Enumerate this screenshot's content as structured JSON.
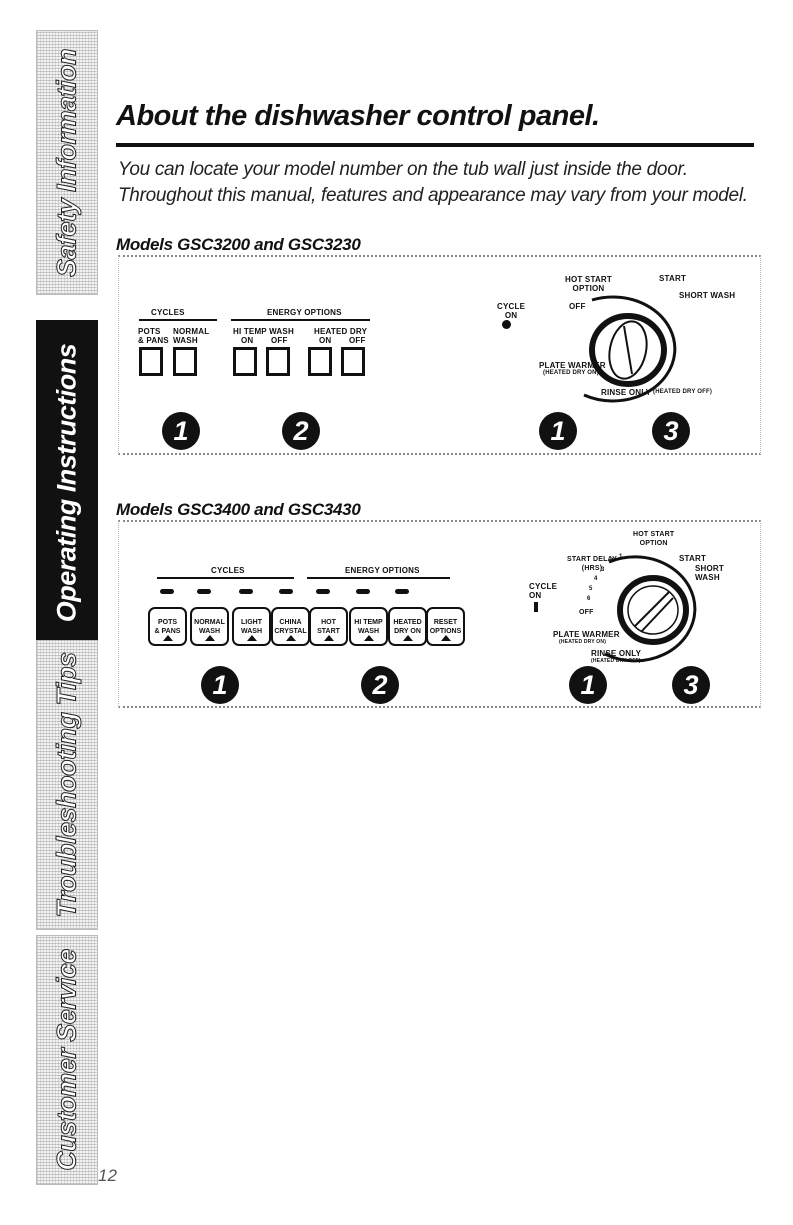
{
  "sidebar": {
    "tabs": [
      {
        "label": "Safety Information",
        "active": false
      },
      {
        "label": "Operating Instructions",
        "active": true
      },
      {
        "label": "Troubleshooting Tips",
        "active": false
      },
      {
        "label": "Customer Service",
        "active": false
      }
    ]
  },
  "page": {
    "title": "About the dishwasher control panel.",
    "intro_line1": "You can locate your model number on the tub wall just inside the door.",
    "intro_line2": "Throughout this manual, features and appearance may vary from your model.",
    "number": "12"
  },
  "section1": {
    "heading": "Models GSC3200 and GSC3230",
    "cycles_label": "CYCLES",
    "energy_label": "ENERGY OPTIONS",
    "pots_pans": "POTS\n& PANS",
    "normal_wash": "NORMAL\nWASH",
    "hi_temp_wash": "HI TEMP WASH",
    "heated_dry": "HEATED DRY",
    "on1": "ON",
    "off1": "OFF",
    "on2": "ON",
    "off2": "OFF",
    "cycle_on": "CYCLE\nON",
    "hot_start_option": "HOT START\nOPTION",
    "start": "START",
    "off_dial": "OFF",
    "short_wash": "SHORT WASH",
    "plate_warmer": "PLATE WARMER",
    "heated_dry_on": "(HEATED DRY ON)",
    "rinse_only": "RINSE ONLY",
    "heated_dry_off": "(HEATED DRY OFF)",
    "callouts": [
      "1",
      "2",
      "1",
      "3"
    ]
  },
  "section2": {
    "heading": "Models GSC3400 and GSC3430",
    "cycles_label": "CYCLES",
    "energy_label": "ENERGY OPTIONS",
    "buttons": [
      {
        "label": "POTS\n& PANS"
      },
      {
        "label": "NORMAL\nWASH"
      },
      {
        "label": "LIGHT\nWASH"
      },
      {
        "label": "CHINA\nCRYSTAL"
      },
      {
        "label": "HOT\nSTART"
      },
      {
        "label": "HI TEMP\nWASH"
      },
      {
        "label": "HEATED\nDRY ON"
      },
      {
        "label": "RESET\nOPTIONS"
      }
    ],
    "cycle_on": "CYCLE\nON",
    "hot_start_option": "HOT START\nOPTION",
    "start_delay": "START DELAY\n(HRS)",
    "start": "START",
    "short_wash": "SHORT\nWASH",
    "off_dial": "OFF",
    "delay_1": "1",
    "delay_2": "2",
    "delay_3": "3",
    "delay_4": "4",
    "delay_5": "5",
    "delay_6": "6",
    "plate_warmer": "PLATE WARMER",
    "heated_dry_on": "(HEATED DRY ON)",
    "rinse_only": "RINSE ONLY",
    "heated_dry_off": "(HEATED DRY OFF)",
    "callouts": [
      "1",
      "2",
      "1",
      "3"
    ]
  }
}
